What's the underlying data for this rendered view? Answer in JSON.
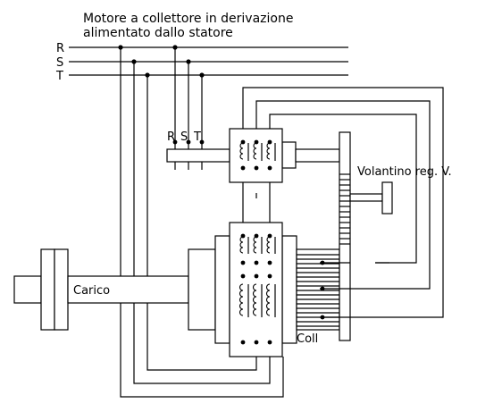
{
  "title": {
    "line1": "Motore a collettore in derivazione",
    "line2": "alimentato dallo statore"
  },
  "phases": {
    "r": "R",
    "s": "S",
    "t": "T"
  },
  "transformer_terminals": {
    "r": "R",
    "s": "S",
    "t": "T"
  },
  "labels": {
    "load": "Carico",
    "handwheel": "Volantino reg. V.",
    "commutator": "Coll"
  }
}
